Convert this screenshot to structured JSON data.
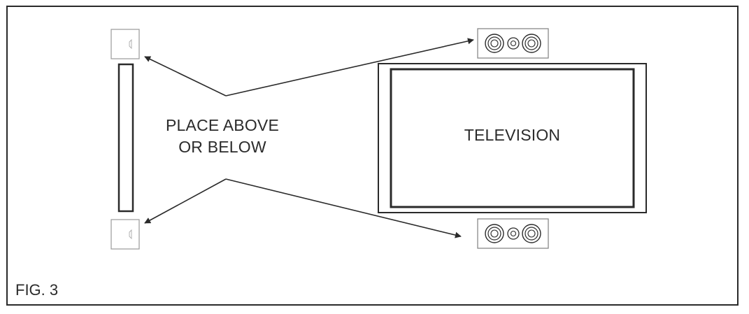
{
  "diagram": {
    "instruction_line1": "PLACE ABOVE",
    "instruction_line2": "OR BELOW",
    "television_label": "TELEVISION",
    "figure_label": "FIG. 3"
  },
  "colors": {
    "stroke": "#2a2a2a",
    "text": "#2b2b2b",
    "speaker_border": "#8a8a8a"
  }
}
